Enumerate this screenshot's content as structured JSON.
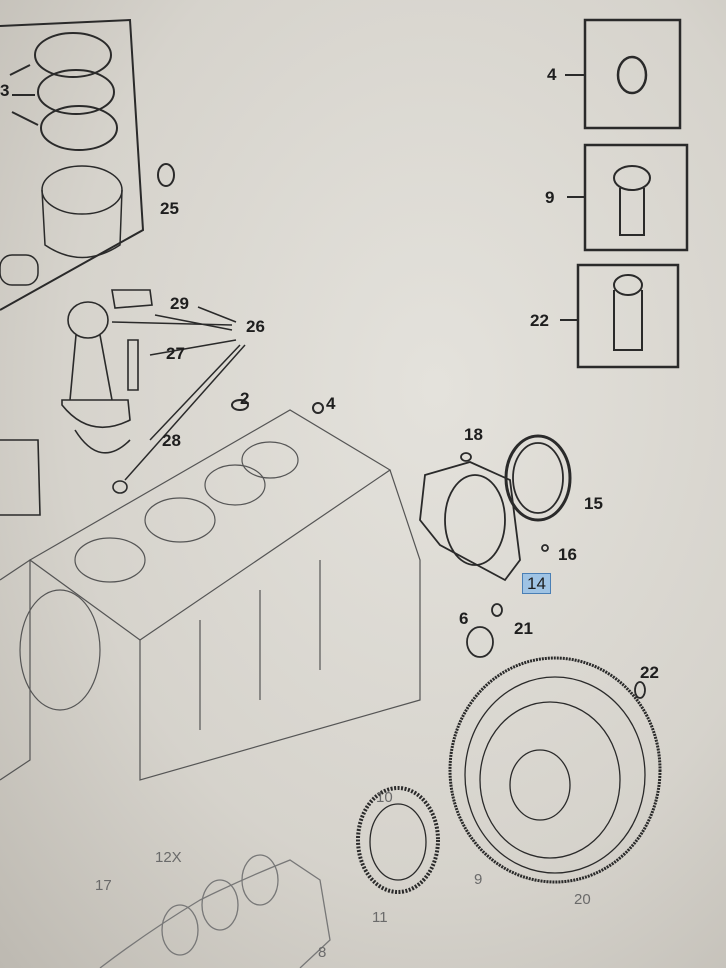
{
  "diagram": {
    "callouts": {
      "c3": "3",
      "c4_box": "4",
      "c9_box": "9",
      "c22_box": "22",
      "c25": "25",
      "c29": "29",
      "c26": "26",
      "c27": "27",
      "c28": "28",
      "c2": "2",
      "c4": "4",
      "c18": "18",
      "c15": "15",
      "c16": "16",
      "c14": "14",
      "c6": "6",
      "c21": "21",
      "c22": "22",
      "c10": "10",
      "c12x": "12X",
      "c17": "17",
      "c9": "9",
      "c11": "11",
      "c8": "8",
      "c20": "20"
    },
    "highlight_color": "#9fc3e4"
  }
}
